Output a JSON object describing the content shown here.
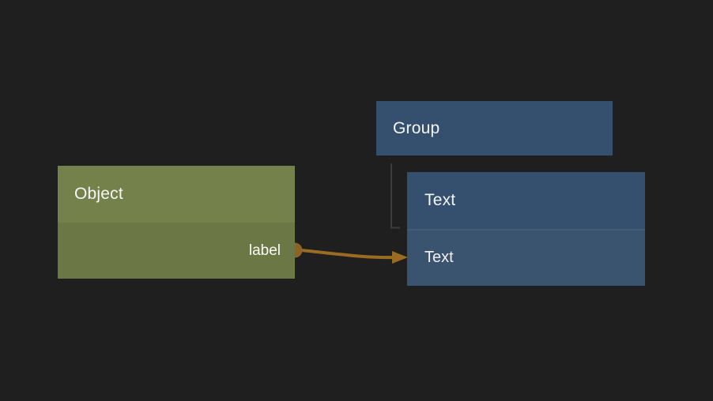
{
  "canvas": {
    "background_color": "#1f1f1f"
  },
  "nodes": {
    "object": {
      "title": "Object",
      "port_label": "label",
      "header_color": "#75814a",
      "body_color": "#6b7846",
      "title_color": "#f5f5f5"
    },
    "group": {
      "title": "Group",
      "header_color": "#35506e",
      "title_color": "#f5f5f5"
    },
    "text": {
      "title": "Text",
      "row_label": "Text",
      "header_color": "#35506e",
      "row_color": "#3a546f",
      "title_color": "#f5f5f5"
    }
  },
  "connectors": {
    "connection": {
      "color": "#9a6c22",
      "port_color": "#8c6426"
    },
    "hierarchy": {
      "color": "#3c3c3c"
    }
  }
}
